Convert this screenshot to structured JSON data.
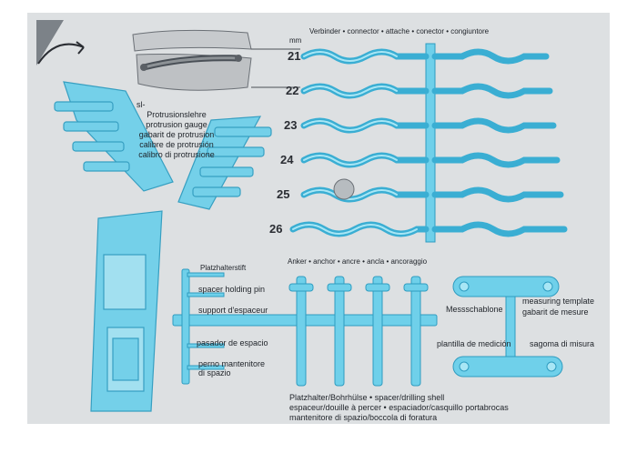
{
  "connector_header": "Verbinder • connector • attache • conector • congiuntore",
  "unit": "mm",
  "sizes": [
    "21",
    "22",
    "23",
    "24",
    "25",
    "26"
  ],
  "protrusion_gauge": [
    "sl-",
    "Protrusionslehre",
    "protrusion gauge",
    "gabarit de protrusion",
    "calibre de protrusión",
    "calibro di protrusione"
  ],
  "spacer_labels": [
    "Platzhalterstift",
    "spacer holding pin",
    "support d'espaceur",
    "pasador de espacio",
    "perno mantenitore",
    "di spazio"
  ],
  "anchor_header": "Anker • anchor • ancre • ancla • ancoraggio",
  "measuring_template": [
    "Messschablone",
    "measuring template",
    "gabarit de mesure",
    "plantilla de medición",
    "sagoma di misura"
  ],
  "bottom_caption": [
    "Platzhalter/Bohrhülse • spacer/drilling shell",
    "espaceur/douille à percer • espaciador/casquillo portabrocas",
    "mantenitore di spazio/boccola di foratura"
  ]
}
